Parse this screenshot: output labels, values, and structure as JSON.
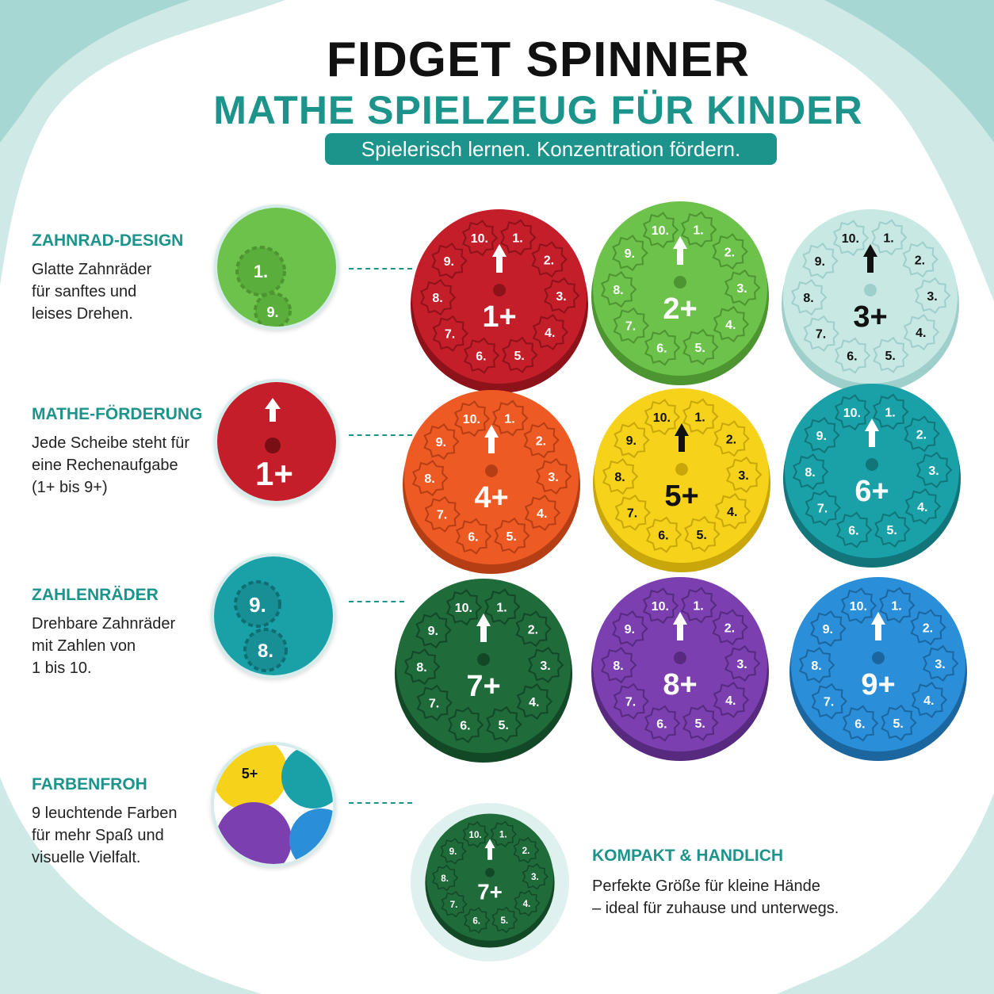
{
  "header": {
    "title": "FIDGET SPINNER",
    "subtitle": "MATHE SPIELZEUG FÜR KINDER",
    "tagline": "Spielerisch lernen. Konzentration fördern."
  },
  "colors": {
    "accent": "#1c948c",
    "title": "#111111"
  },
  "features": [
    {
      "title": "ZAHNRAD-DESIGN",
      "lines": [
        "Glatte Zahnräder",
        "für sanftes und",
        "leises Drehen."
      ]
    },
    {
      "title": "MATHE-FÖRDERUNG",
      "lines": [
        "Jede Scheibe steht für",
        "eine Rechenaufgabe",
        "(1+ bis 9+)"
      ]
    },
    {
      "title": "ZAHLENRÄDER",
      "lines": [
        "Drehbare Zahnräder",
        "mit Zahlen von",
        "1 bis 10."
      ]
    },
    {
      "title": "FARBENFROH",
      "lines": [
        "9 leuchtende Farben",
        "für mehr Spaß und",
        "visuelle Vielfalt."
      ]
    }
  ],
  "thumbs": [
    {
      "name": "gear-closeup-green",
      "color": "#6cc24a",
      "labels": [
        "1.",
        "9."
      ]
    },
    {
      "name": "gear-closeup-red",
      "color": "#c41e2a",
      "labels": [
        "1+"
      ]
    },
    {
      "name": "gear-closeup-teal",
      "color": "#1aa1a8",
      "labels": [
        "9.",
        "8."
      ]
    },
    {
      "name": "colors-closeup",
      "color": "#f5d22c",
      "labels": [
        "5+"
      ]
    }
  ],
  "spinners": [
    {
      "label": "1+",
      "color": "#c41e2a",
      "dark": "#8e1219",
      "text": "#ffffff"
    },
    {
      "label": "2+",
      "color": "#6cc24a",
      "dark": "#4c9530",
      "text": "#ffffff"
    },
    {
      "label": "3+",
      "color": "#c8e8e4",
      "dark": "#9fcfca",
      "text": "#111111"
    },
    {
      "label": "4+",
      "color": "#ee5a24",
      "dark": "#b53e14",
      "text": "#ffffff"
    },
    {
      "label": "5+",
      "color": "#f7d21a",
      "dark": "#c9a70a",
      "text": "#111111"
    },
    {
      "label": "6+",
      "color": "#1aa1a8",
      "dark": "#11757a",
      "text": "#ffffff"
    },
    {
      "label": "7+",
      "color": "#1f6b3a",
      "dark": "#134827",
      "text": "#ffffff"
    },
    {
      "label": "8+",
      "color": "#7b3fb0",
      "dark": "#572a80",
      "text": "#ffffff"
    },
    {
      "label": "9+",
      "color": "#2a8fd8",
      "dark": "#1c66a0",
      "text": "#ffffff"
    }
  ],
  "gear_numbers": [
    "1.",
    "2.",
    "3.",
    "4.",
    "5.",
    "6.",
    "7.",
    "8.",
    "9.",
    "10."
  ],
  "kompakt": {
    "title": "KOMPAKT & HANDLICH",
    "lines": [
      "Perfekte Größe für kleine Hände",
      "– ideal für zuhause und unterwegs."
    ],
    "spinner": {
      "label": "7+",
      "color": "#1f6b3a",
      "dark": "#134827",
      "text": "#ffffff"
    }
  }
}
